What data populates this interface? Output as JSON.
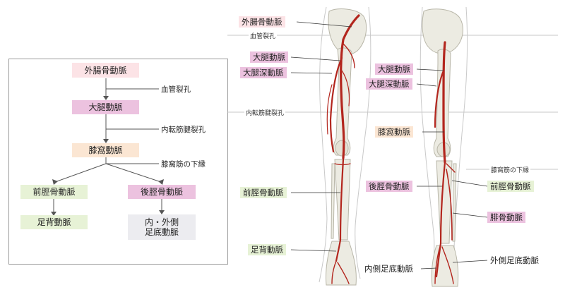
{
  "colors": {
    "pink": "#fce3e6",
    "magenta": "#ecc2df",
    "peach": "#fbe6d3",
    "green": "#e7f2d6",
    "gray": "#ececf0",
    "artery": "#b3261e",
    "bone": "#ecebe2"
  },
  "flowchart": {
    "nodes": {
      "external_iliac": "外腸骨動脈",
      "femoral": "大腿動脈",
      "popliteal": "膝窩動脈",
      "anterior_tibial": "前脛骨動脈",
      "posterior_tibial": "後脛骨動脈",
      "dorsalis_pedis": "足背動脈",
      "plantar_line1": "内・外側",
      "plantar_line2": "足底動脈"
    },
    "side_labels": {
      "vascular_lacuna": "血管裂孔",
      "adductor_hiatus": "内転筋腱裂孔",
      "popliteus_lower_border": "膝窩筋の下縁"
    }
  },
  "anatomy": {
    "front_labels": {
      "external_iliac": "外腸骨動脈",
      "femoral": "大腿動脈",
      "deep_femoral": "大腿深動脈",
      "anterior_tibial": "前脛骨動脈",
      "dorsalis_pedis": "足背動脈"
    },
    "back_labels": {
      "femoral": "大腿動脈",
      "deep_femoral": "大腿深動脈",
      "popliteal": "膝窩動脈",
      "posterior_tibial": "後脛骨動脈",
      "anterior_tibial": "前脛骨動脈",
      "peroneal": "腓骨動脈",
      "medial_plantar": "内側足底動脈",
      "lateral_plantar": "外側足底動脈"
    },
    "level_labels": {
      "vascular_lacuna": "血管裂孔",
      "adductor_hiatus": "内転筋腱裂孔",
      "popliteus_lower_border": "膝窩筋の下縁"
    }
  }
}
